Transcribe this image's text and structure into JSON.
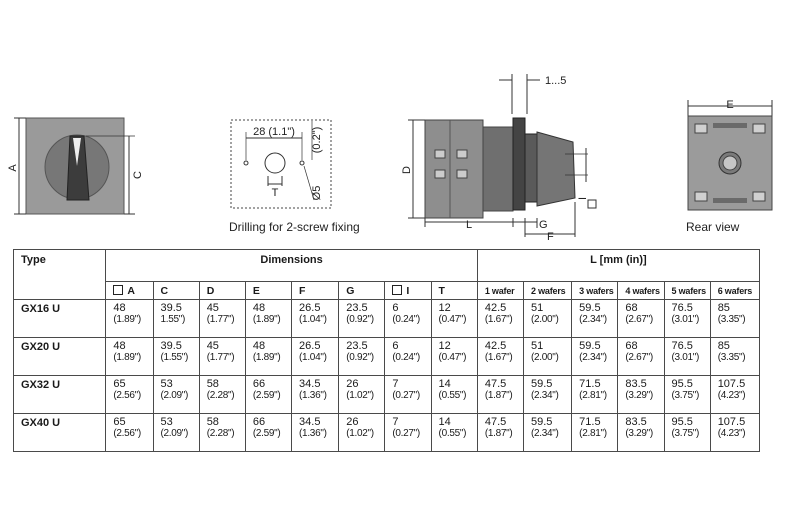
{
  "figures": {
    "front": {
      "label_a": "A",
      "label_c": "C"
    },
    "drilling": {
      "dim_28": "28 (1.1\")",
      "dim_02": "(0.2\")",
      "dim_5": "Ø5",
      "label_t": "T",
      "caption": "Drilling for 2-screw fixing"
    },
    "side": {
      "dim_15": "1...5",
      "label_d": "D",
      "label_l": "L",
      "label_g": "G",
      "label_f": "F",
      "label_i": "I"
    },
    "rear": {
      "label_e": "E",
      "caption": "Rear view"
    }
  },
  "table": {
    "header": {
      "type": "Type",
      "dimensions": "Dimensions",
      "l_group": "L [mm (in)]"
    },
    "columns": [
      "A",
      "C",
      "D",
      "E",
      "F",
      "G",
      "I",
      "T",
      "1 wafer",
      "2 wafers",
      "3 wafers",
      "4 wafers",
      "5 wafers",
      "6 wafers"
    ],
    "rows": [
      {
        "type": "GX16 U",
        "cells": [
          [
            "48",
            "(1.89\")"
          ],
          [
            "39.5",
            "1.55\")"
          ],
          [
            "45",
            "(1.77\")"
          ],
          [
            "48",
            "(1.89\")"
          ],
          [
            "26.5",
            "(1.04\")"
          ],
          [
            "23.5",
            "(0.92\")"
          ],
          [
            "6",
            "(0.24\")"
          ],
          [
            "12",
            "(0.47\")"
          ],
          [
            "42.5",
            "(1.67\")"
          ],
          [
            "51",
            "(2.00\")"
          ],
          [
            "59.5",
            "(2.34\")"
          ],
          [
            "68",
            "(2.67\")"
          ],
          [
            "76.5",
            "(3.01\")"
          ],
          [
            "85",
            "(3.35\")"
          ]
        ]
      },
      {
        "type": "GX20 U",
        "cells": [
          [
            "48",
            "(1.89\")"
          ],
          [
            "39.5",
            "(1.55\")"
          ],
          [
            "45",
            "(1.77\")"
          ],
          [
            "48",
            "(1.89\")"
          ],
          [
            "26.5",
            "(1.04\")"
          ],
          [
            "23.5",
            "(0.92\")"
          ],
          [
            "6",
            "(0.24\")"
          ],
          [
            "12",
            "(0.47\")"
          ],
          [
            "42.5",
            "(1.67\")"
          ],
          [
            "51",
            "(2.00\")"
          ],
          [
            "59.5",
            "(2.34\")"
          ],
          [
            "68",
            "(2.67\")"
          ],
          [
            "76.5",
            "(3.01\")"
          ],
          [
            "85",
            "(3.35\")"
          ]
        ]
      },
      {
        "type": "GX32 U",
        "cells": [
          [
            "65",
            "(2.56\")"
          ],
          [
            "53",
            "(2.09\")"
          ],
          [
            "58",
            "(2.28\")"
          ],
          [
            "66",
            "(2.59\")"
          ],
          [
            "34.5",
            "(1.36\")"
          ],
          [
            "26",
            "(1.02\")"
          ],
          [
            "7",
            "(0.27\")"
          ],
          [
            "14",
            "(0.55\")"
          ],
          [
            "47.5",
            "(1.87\")"
          ],
          [
            "59.5",
            "(2.34\")"
          ],
          [
            "71.5",
            "(2.81\")"
          ],
          [
            "83.5",
            "(3.29\")"
          ],
          [
            "95.5",
            "(3.75\")"
          ],
          [
            "107.5",
            "(4.23\")"
          ]
        ]
      },
      {
        "type": "GX40 U",
        "cells": [
          [
            "65",
            "(2.56\")"
          ],
          [
            "53",
            "(2.09\")"
          ],
          [
            "58",
            "(2.28\")"
          ],
          [
            "66",
            "(2.59\")"
          ],
          [
            "34.5",
            "(1.36\")"
          ],
          [
            "26",
            "(1.02\")"
          ],
          [
            "7",
            "(0.27\")"
          ],
          [
            "14",
            "(0.55\")"
          ],
          [
            "47.5",
            "(1.87\")"
          ],
          [
            "59.5",
            "(2.34\")"
          ],
          [
            "71.5",
            "(2.81\")"
          ],
          [
            "83.5",
            "(3.29\")"
          ],
          [
            "95.5",
            "(3.75\")"
          ],
          [
            "107.5",
            "(4.23\")"
          ]
        ]
      }
    ]
  }
}
